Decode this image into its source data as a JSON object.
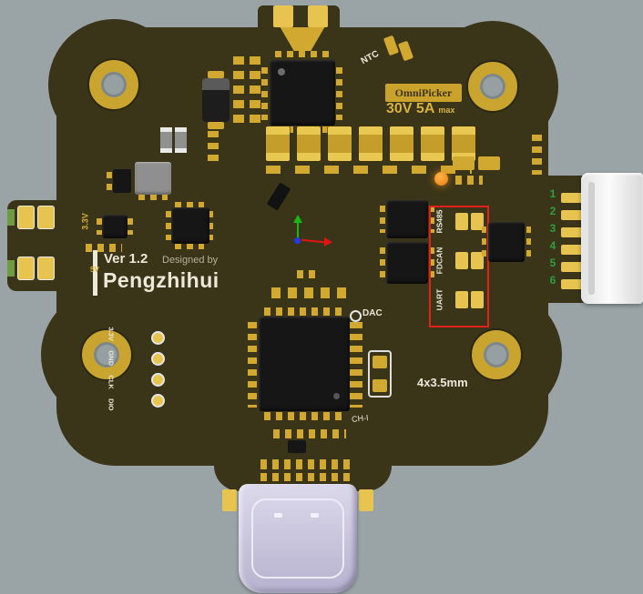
{
  "viewer": {
    "background_color": "#9aa4a7"
  },
  "board": {
    "color": "#3a3518",
    "pad_color": "#d2a930",
    "silkscreen": {
      "version": "Ver 1.2",
      "designed_by": "Designed by",
      "author": "Pengzhihui",
      "ntc": "NTC",
      "brand": "OmniPicker",
      "rating": "30V 5A",
      "rating_max": "max",
      "dac": "DAC",
      "ch_label": "CH-I",
      "mount_note": "4x3.5mm",
      "rail_3v3": "3.3V",
      "rail_5v": "5V"
    },
    "interface_group": {
      "highlight_color": "#e32119",
      "labels": [
        "RS485",
        "FDCAN",
        "UART"
      ]
    },
    "side_connector": {
      "number_color": "#2f9e3f",
      "pin_numbers": [
        "1",
        "2",
        "3",
        "4",
        "5",
        "6"
      ]
    },
    "debug_header": {
      "labels": [
        "3.3V",
        "GND",
        "CLK",
        "DIO"
      ]
    }
  }
}
